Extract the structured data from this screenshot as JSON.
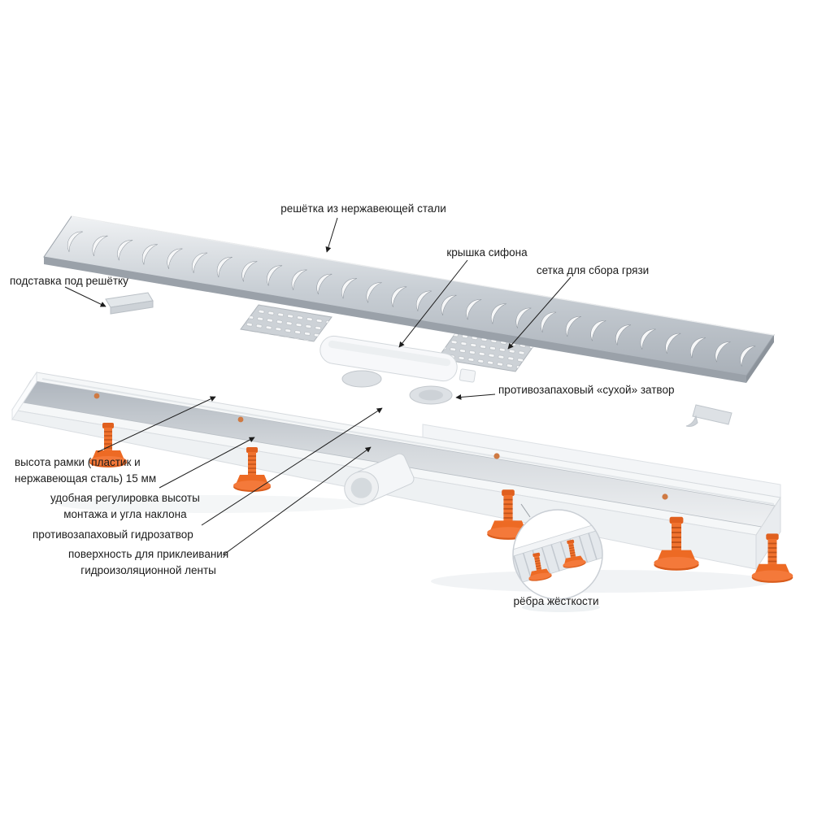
{
  "title": "exploded-diagram-linear-shower-drain",
  "colors": {
    "feet_orange": "#f0722e",
    "feet_orange_dark": "#d95c1c",
    "steel_gray": "#c6ccd2",
    "body_white": "#f6f8f9",
    "line_color": "#1c1c1c"
  },
  "labels": {
    "grate": "решётка из нержавеющей стали",
    "siphon_cover": "крышка сифона",
    "dirt_mesh": "сетка для сбора грязи",
    "grate_stand": "подставка под решётку",
    "dry_trap": "противозапаховый «сухой» затвор",
    "frame_height": "высота рамки (пластик и\nнержавеющая сталь) 15 мм",
    "height_adjust": "удобная регулировка высоты\nмонтажа и угла наклона",
    "water_trap": "противозапаховый гидрозатвор",
    "glue_surface": "поверхность для приклеивания\nгидроизоляционной ленты",
    "ribs": "рёбра жёсткости"
  }
}
